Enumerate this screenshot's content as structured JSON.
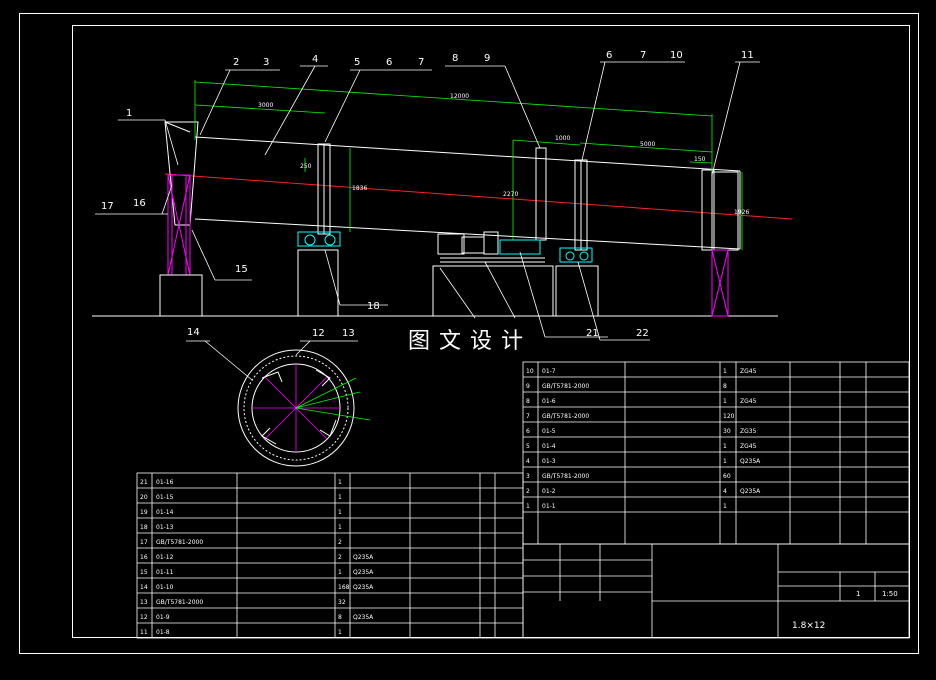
{
  "watermark": "图文设计",
  "part_labels": [
    "1",
    "2",
    "3",
    "4",
    "5",
    "6",
    "7",
    "8",
    "9",
    "6",
    "7",
    "10",
    "11",
    "17",
    "16",
    "15",
    "18",
    "21",
    "22",
    "14",
    "12",
    "13"
  ],
  "dimensions": {
    "d3000": "3000",
    "d12000": "12000",
    "d1000": "1000",
    "d5000": "5000",
    "d150": "150",
    "d250": "250",
    "d1836": "1836",
    "d2270": "2270",
    "d1926": "1926"
  },
  "colors": {
    "drawing": "#ffffff",
    "green": "#00ff00",
    "red": "#ff2020",
    "magenta": "#ff00ff",
    "cyan": "#00ffff",
    "frame": "#ffffff"
  },
  "bom_left": {
    "rows": [
      [
        "21",
        "01-16",
        "",
        "1",
        "",
        ""
      ],
      [
        "20",
        "01-15",
        "",
        "1",
        "",
        ""
      ],
      [
        "19",
        "01-14",
        "",
        "1",
        "",
        ""
      ],
      [
        "18",
        "01-13",
        "",
        "1",
        "",
        ""
      ],
      [
        "17",
        "GB/T5781-2000",
        "",
        "2",
        "",
        ""
      ],
      [
        "16",
        "01-12",
        "",
        "2",
        "Q235A",
        ""
      ],
      [
        "15",
        "01-11",
        "",
        "1",
        "Q235A",
        ""
      ],
      [
        "14",
        "01-10",
        "",
        "168",
        "Q235A",
        ""
      ],
      [
        "13",
        "GB/T5781-2000",
        "",
        "32",
        "",
        ""
      ],
      [
        "12",
        "01-9",
        "",
        "8",
        "Q235A",
        ""
      ],
      [
        "11",
        "01-8",
        "",
        "1",
        "",
        ""
      ]
    ]
  },
  "bom_right": {
    "rows": [
      [
        "10",
        "01-7",
        "",
        "1",
        "ZG45",
        ""
      ],
      [
        "9",
        "GB/T5781-2000",
        "",
        "8",
        "",
        ""
      ],
      [
        "8",
        "01-6",
        "",
        "1",
        "ZG45",
        ""
      ],
      [
        "7",
        "GB/T5781-2000",
        "",
        "120",
        "",
        ""
      ],
      [
        "6",
        "01-5",
        "",
        "30",
        "ZG35",
        ""
      ],
      [
        "5",
        "01-4",
        "",
        "1",
        "ZG45",
        ""
      ],
      [
        "4",
        "01-3",
        "",
        "1",
        "Q235A",
        ""
      ],
      [
        "3",
        "GB/T5781-2000",
        "",
        "60",
        "",
        ""
      ],
      [
        "2",
        "01-2",
        "",
        "4",
        "Q235A",
        ""
      ],
      [
        "1",
        "01-1",
        "",
        "1",
        "",
        ""
      ]
    ]
  },
  "title_block": {
    "qty": "1",
    "scale": "1:50",
    "drawing_name": "1.8×12"
  }
}
